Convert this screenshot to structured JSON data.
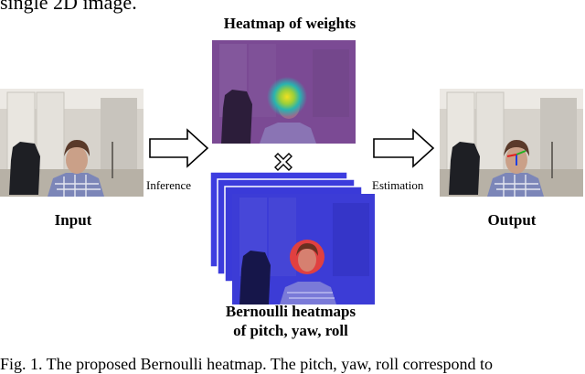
{
  "top_cut_text": "single 2D image.",
  "heatmap_title": "Heatmap of weights",
  "input_label": "Input",
  "output_label": "Output",
  "inference_label": "Inference",
  "estimation_label": "Estimation",
  "bernoulli_label_line1": "Bernoulli heatmaps",
  "bernoulli_label_line2": "of pitch, yaw, roll",
  "caption": "Fig.  1. The proposed Bernoulli heatmap. The pitch, yaw, roll correspond to",
  "colors": {
    "weights_overlay": "#6d3a8a",
    "bernoulli_overlay": "#3a3ad8",
    "face_marker": "#e04040",
    "hotspot_center": "#f2e020",
    "hotspot_ring": "#29b3b0",
    "axis_x": "#e02020",
    "axis_y": "#20b020",
    "axis_z": "#2040e0"
  }
}
